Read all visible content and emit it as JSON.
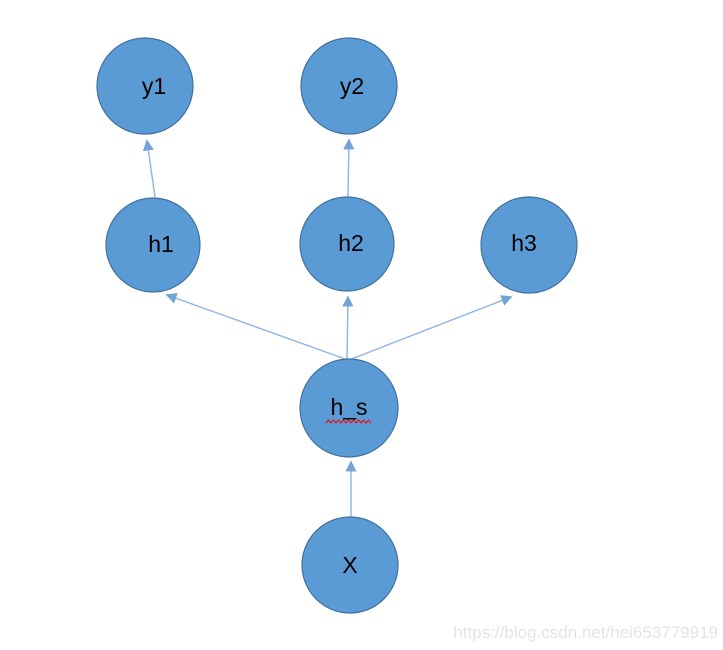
{
  "diagram": {
    "type": "network-graph",
    "nodes": [
      {
        "id": "y1",
        "label": "y1"
      },
      {
        "id": "y2",
        "label": "y2"
      },
      {
        "id": "h1",
        "label": "h1"
      },
      {
        "id": "h2",
        "label": "h2"
      },
      {
        "id": "h3",
        "label": "h3"
      },
      {
        "id": "h_s",
        "label": "h_s",
        "has_spellcheck_underline": true
      },
      {
        "id": "X",
        "label": "X"
      }
    ],
    "edges": [
      {
        "from": "X",
        "to": "h_s"
      },
      {
        "from": "h_s",
        "to": "h1"
      },
      {
        "from": "h_s",
        "to": "h2"
      },
      {
        "from": "h_s",
        "to": "h3"
      },
      {
        "from": "h1",
        "to": "y1"
      },
      {
        "from": "h2",
        "to": "y2"
      }
    ],
    "colors": {
      "node_fill": "#5B9BD5",
      "node_border": "#41719C",
      "edge_line": "#8FB4E3",
      "arrowhead": "#74A3D6",
      "label_text": "#000000",
      "spellcheck_wave": "#FF0000"
    }
  },
  "watermark": {
    "text": "https://blog.csdn.net/hei653779919",
    "color": "#E4E4E4"
  }
}
